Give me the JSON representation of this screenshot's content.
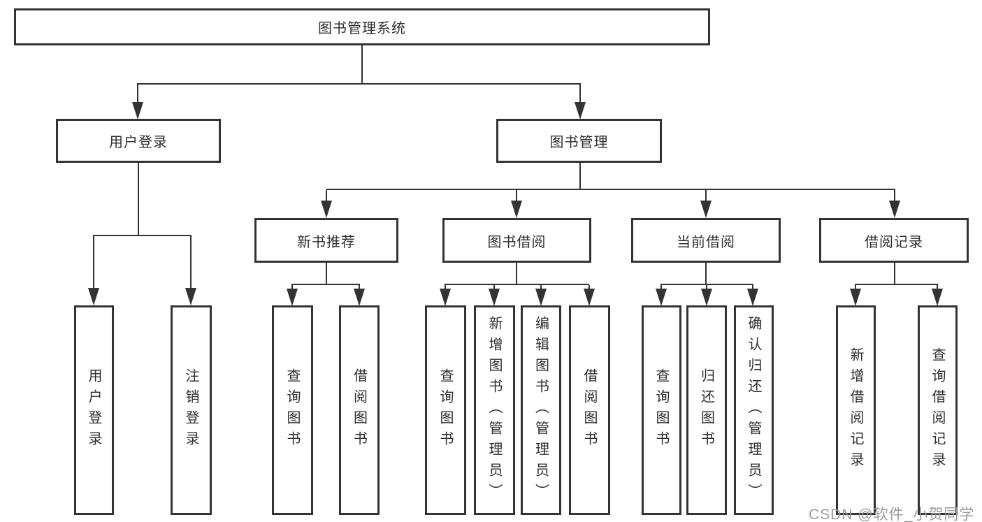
{
  "diagram": {
    "type": "hierarchy-tree",
    "nodes": {
      "root": "图书管理系统",
      "userLogin": "用户登录",
      "bookManagement": "图书管理",
      "newBookRecommend": "新书推荐",
      "bookBorrow": "图书借阅",
      "currentBorrow": "当前借阅",
      "borrowRecords": "借阅记录",
      "leafUserLogin": "用户登录",
      "leafLogout": "注销登录",
      "recQueryBooks": "查询图书",
      "recBorrowBooks": "借阅图书",
      "bbQueryBooks": "查询图书",
      "bbAddBooksAdmin": "新增图书（管理员）",
      "bbEditBooksAdmin": "编辑图书（管理员）",
      "bbBorrowBooks": "借阅图书",
      "cbQueryBooks": "查询图书",
      "cbReturnBooks": "归还图书",
      "cbConfirmReturnAdmin": "确认归还（管理员）",
      "brAddRecord": "新增借阅记录",
      "brQueryRecord": "查询借阅记录"
    },
    "edges": [
      {
        "from": "图书管理系统",
        "to": [
          "用户登录",
          "图书管理"
        ]
      },
      {
        "from": "用户登录",
        "to": [
          "用户登录",
          "注销登录"
        ]
      },
      {
        "from": "图书管理",
        "to": [
          "新书推荐",
          "图书借阅",
          "当前借阅",
          "借阅记录"
        ]
      },
      {
        "from": "新书推荐",
        "to": [
          "查询图书",
          "借阅图书"
        ]
      },
      {
        "from": "图书借阅",
        "to": [
          "查询图书",
          "新增图书（管理员）",
          "编辑图书（管理员）",
          "借阅图书"
        ]
      },
      {
        "from": "当前借阅",
        "to": [
          "查询图书",
          "归还图书",
          "确认归还（管理员）"
        ]
      },
      {
        "from": "借阅记录",
        "to": [
          "新增借阅记录",
          "查询借阅记录"
        ]
      }
    ],
    "colors": {
      "line": "#333333",
      "text": "#2e2e2e",
      "background": "#ffffff",
      "watermark": "#9b9b9b"
    }
  },
  "watermark": {
    "text": "CSDN @软件_小贺同学"
  }
}
